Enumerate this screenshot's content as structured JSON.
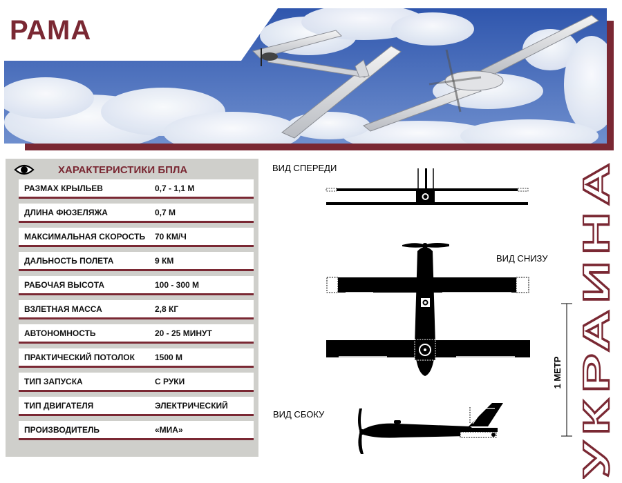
{
  "page": {
    "title": "РАМА",
    "country": "УКРАИНА"
  },
  "colors": {
    "accent": "#7a2833",
    "panel": "#cfcfcb",
    "sky": "#3e64b5",
    "ink": "#000000"
  },
  "specs": {
    "title": "ХАРАКТЕРИСТИКИ БПЛА",
    "icon": "eye-icon",
    "rows": [
      {
        "label": "РАЗМАХ КРЫЛЬЕВ",
        "value": "0,7 - 1,1 М"
      },
      {
        "label": "ДЛИНА ФЮЗЕЛЯЖА",
        "value": "0,7 М"
      },
      {
        "label": "МАКСИМАЛЬНАЯ СКОРОСТЬ",
        "value": "70 КМ/Ч"
      },
      {
        "label": "ДАЛЬНОСТЬ ПОЛЕТА",
        "value": "9 КМ"
      },
      {
        "label": "РАБОЧАЯ ВЫСОТА",
        "value": "100 - 300 М"
      },
      {
        "label": "ВЗЛЕТНАЯ МАССА",
        "value": "2,8 КГ"
      },
      {
        "label": "АВТОНОМНОСТЬ",
        "value": "20 - 25 МИНУТ"
      },
      {
        "label": "ПРАКТИЧЕСКИЙ ПОТОЛОК",
        "value": "1500 М"
      },
      {
        "label": "ТИП ЗАПУСКА",
        "value": "С РУКИ"
      },
      {
        "label": "ТИП ДВИГАТЕЛЯ",
        "value": "ЭЛЕКТРИЧЕСКИЙ"
      },
      {
        "label": "ПРОИЗВОДИТЕЛЬ",
        "value": "«МИА»"
      }
    ]
  },
  "views": {
    "front": "ВИД СПЕРЕДИ",
    "bottom": "ВИД СНИЗУ",
    "side": "ВИД СБОКУ"
  },
  "scale": {
    "label": "1 МЕТР"
  }
}
